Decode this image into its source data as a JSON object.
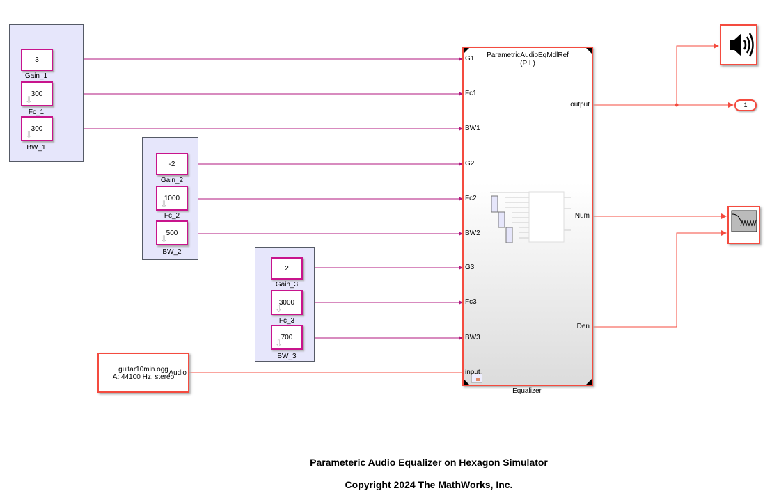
{
  "groups": [
    {
      "blocks": [
        {
          "value": "3",
          "label": "Gain_1"
        },
        {
          "value": "300",
          "label": "Fc_1"
        },
        {
          "value": "300",
          "label": "BW_1"
        }
      ]
    },
    {
      "blocks": [
        {
          "value": "-2",
          "label": "Gain_2"
        },
        {
          "value": "1000",
          "label": "Fc_2"
        },
        {
          "value": "500",
          "label": "BW_2"
        }
      ]
    },
    {
      "blocks": [
        {
          "value": "2",
          "label": "Gain_3"
        },
        {
          "value": "3000",
          "label": "Fc_3"
        },
        {
          "value": "700",
          "label": "BW_3"
        }
      ]
    }
  ],
  "audio_source": {
    "file": "guitar10min.ogg",
    "info": "A: 44100 Hz, stereo",
    "port": "Audio"
  },
  "equalizer": {
    "model": "ParametricAudioEqMdlRef",
    "mode": "(PIL)",
    "name": "Equalizer",
    "inputs": [
      "G1",
      "Fc1",
      "BW1",
      "G2",
      "Fc2",
      "BW2",
      "G3",
      "Fc3",
      "BW3",
      "input"
    ],
    "outputs": [
      "output",
      "Num",
      "Den"
    ]
  },
  "outport": {
    "label": "1"
  },
  "icons": {
    "speaker": "speaker-icon",
    "spectrum": "filter-visualizer-icon"
  },
  "colors": {
    "signal_param": "#b0177f",
    "signal_audio": "#f44b3f",
    "block_border": "#c8148c",
    "area_fill": "#e6e6fb"
  },
  "footer": {
    "title": "Parameteric Audio Equalizer on Hexagon Simulator",
    "copyright": "Copyright 2024 The MathWorks, Inc."
  }
}
